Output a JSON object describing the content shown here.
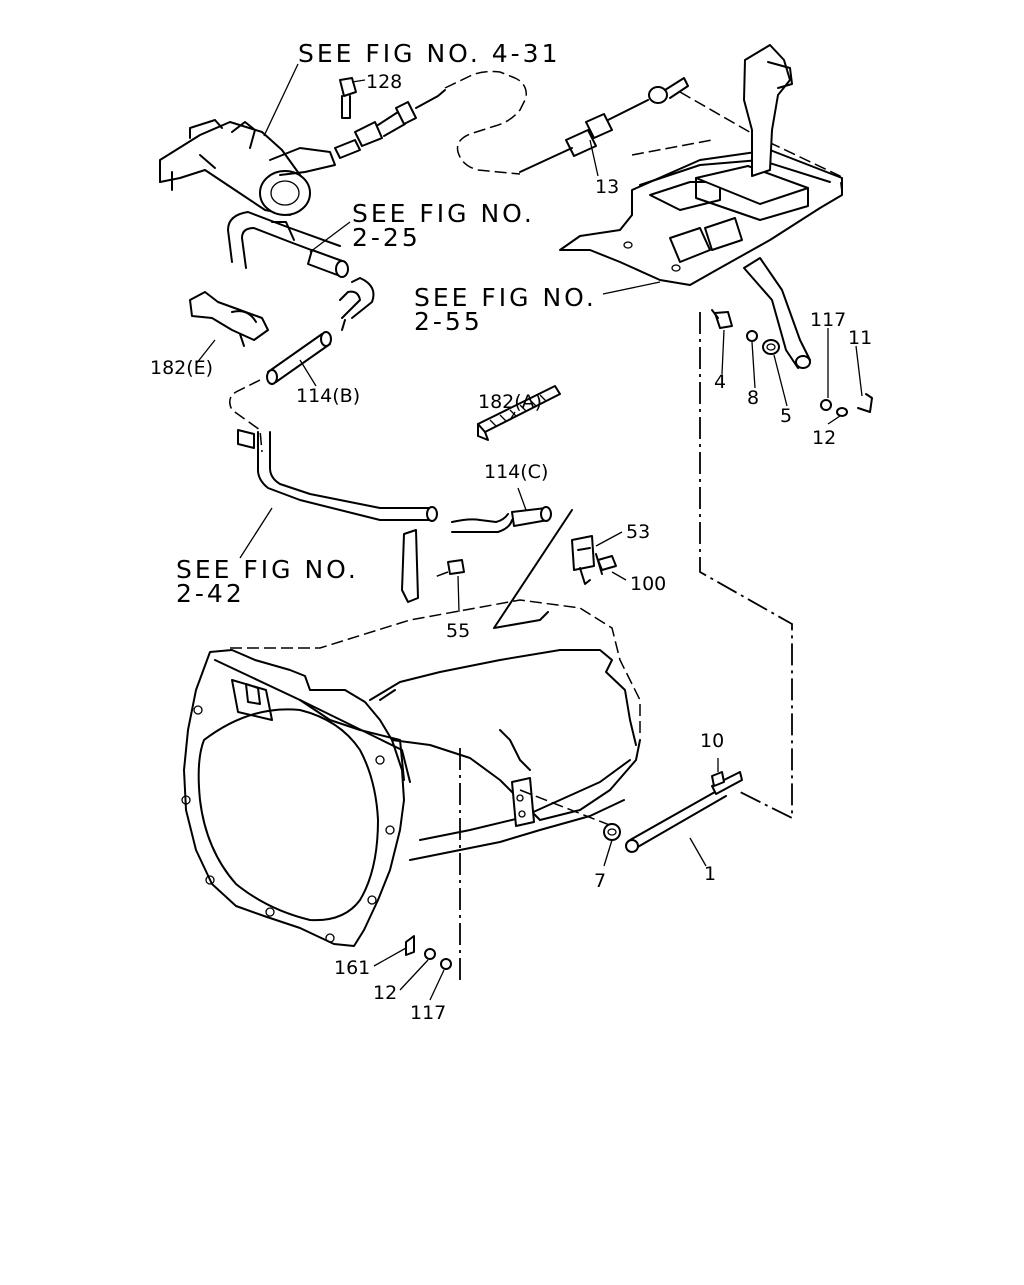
{
  "references": {
    "fig_4_31": "SEE FIG NO. 4-31",
    "fig_2_25_line1": "SEE FIG NO.",
    "fig_2_25_line2": "2-25",
    "fig_2_55_line1": "SEE FIG NO.",
    "fig_2_55_line2": "2-55",
    "fig_2_42_line1": "SEE FIG NO.",
    "fig_2_42_line2": "2-42"
  },
  "callouts": {
    "c128": "128",
    "c13": "13",
    "c182e": "182(E)",
    "c114b": "114(B)",
    "c182a": "182(A)",
    "c114c": "114(C)",
    "c4": "4",
    "c8": "8",
    "c5": "5",
    "c117_top": "117",
    "c11": "11",
    "c12_top": "12",
    "c53": "53",
    "c100": "100",
    "c55": "55",
    "c10": "10",
    "c7": "7",
    "c1": "1",
    "c161": "161",
    "c12_bottom": "12",
    "c117_bottom": "117"
  }
}
